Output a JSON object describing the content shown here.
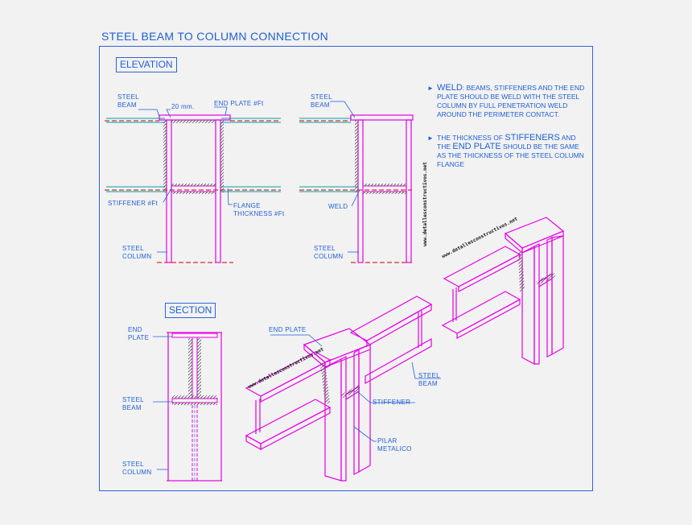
{
  "title": "STEEL BEAM TO COLUMN CONNECTION",
  "sections": {
    "elevation": "ELEVATION",
    "section": "SECTION"
  },
  "elevation_left": {
    "steel_beam": "STEEL\nBEAM",
    "gap": "20 mm.",
    "end_plate": "END PLATE #Ft",
    "stiffener": "STIFFENER #Ft",
    "flange_thickness": "FLANGE\nTHICKNESS #Ft",
    "steel_column": "STEEL\nCOLUMN"
  },
  "elevation_right": {
    "steel_beam": "STEEL\nBEAM",
    "weld": "WELD",
    "steel_column": "STEEL\nCOLUMN"
  },
  "notes": {
    "note1_head": "WELD",
    "note1_body": ": BEAMS, STIFFENERS AND THE END PLATE SHOULD BE WELD WITH THE STEEL COLUMN BY FULL PENETRATION WELD AROUND THE PERIMETER CONTACT.",
    "note2_pre": "THE THICKNESS OF ",
    "note2_stiff": "STIFFENERS",
    "note2_mid": " AND THE ",
    "note2_plate": "END PLATE",
    "note2_post": " SHOULD BE THE SAME AS THE THICKNESS OF THE STEEL COLUMN FLANGE"
  },
  "section_labels": {
    "end_plate": "END\nPLATE",
    "steel_beam": "STEEL\nBEAM",
    "steel_column": "STEEL\nCOLUMN"
  },
  "iso_labels": {
    "end_plate": "END PLATE",
    "steel_beam": "STEEL\nBEAM",
    "stiffener": "STIFFENER",
    "pilar": "PILAR\nMETALICO"
  },
  "watermark": "www.detallesconstructivos.net",
  "colors": {
    "drawing": "#e600e6",
    "annotation": "#1f5fd6",
    "beam": "#00a0a0",
    "weld": "#555555",
    "axis": "#cc0000",
    "background": "#f2f2f2"
  }
}
